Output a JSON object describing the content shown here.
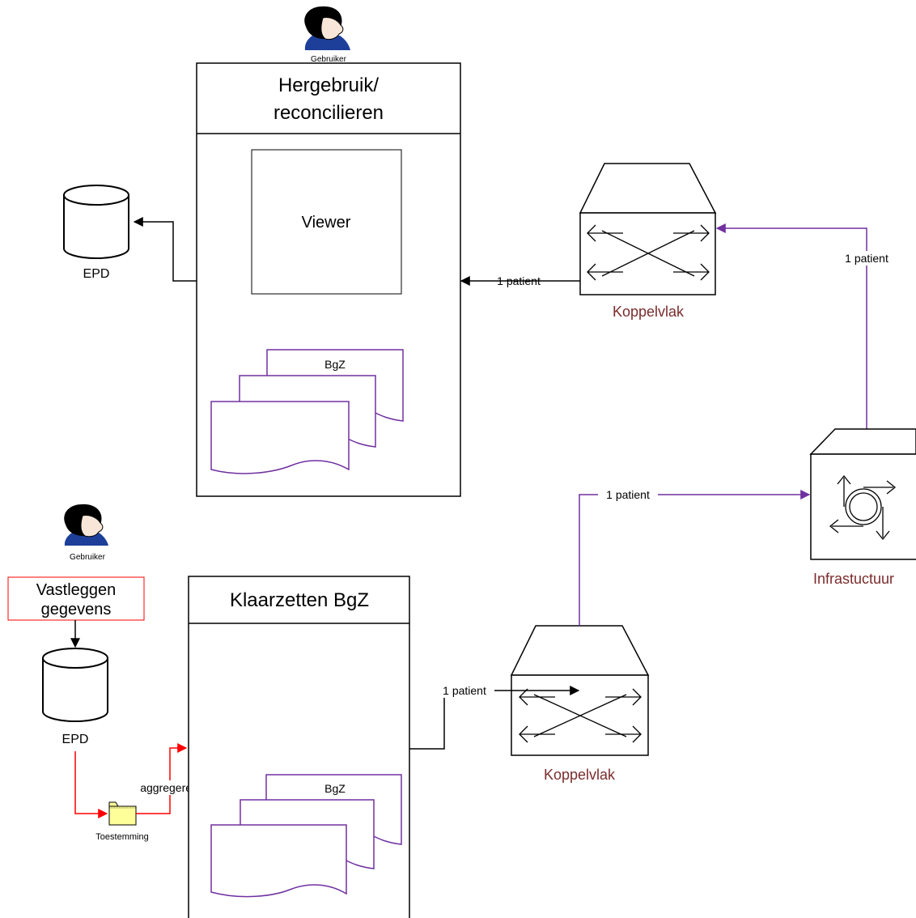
{
  "users": {
    "top": {
      "label": "Gebruiker"
    },
    "bottom": {
      "label": "Gebruiker"
    }
  },
  "processes": {
    "hergebruik": {
      "title_line1": "Hergebruik/",
      "title_line2": "reconcilieren",
      "viewer_label": "Viewer",
      "docs_label": "BgZ"
    },
    "klaarzetten": {
      "title": "Klaarzetten BgZ",
      "docs_label": "BgZ"
    }
  },
  "stores": {
    "epd_top": {
      "label": "EPD"
    },
    "epd_bottom": {
      "label": "EPD"
    }
  },
  "vastleggen": {
    "line1": "Vastleggen",
    "line2": "gegevens"
  },
  "toestemming": {
    "label": "Toestemming"
  },
  "aggregeren_label": "aggregeren",
  "koppelvlak_top": {
    "label": "Koppelvlak"
  },
  "koppelvlak_bottom": {
    "label": "Koppelvlak"
  },
  "infrastructuur": {
    "label": "Infrastuctuur"
  },
  "flows": {
    "koppelvlak_to_viewer": "1 patient",
    "infra_to_koppelvlak": "1 patient",
    "koppelvlak_to_infra": "1 patient",
    "klaarzetten_to_koppelvlak": "1 patient"
  },
  "colors": {
    "line": "#000000",
    "purple": "#7030a0",
    "red": "#ff0000",
    "label_brown": "#7b2c2c",
    "folder_fill": "#ffff99",
    "skin": "#f8e7d8",
    "hair": "#000000",
    "shirt": "#1d3f9a"
  }
}
